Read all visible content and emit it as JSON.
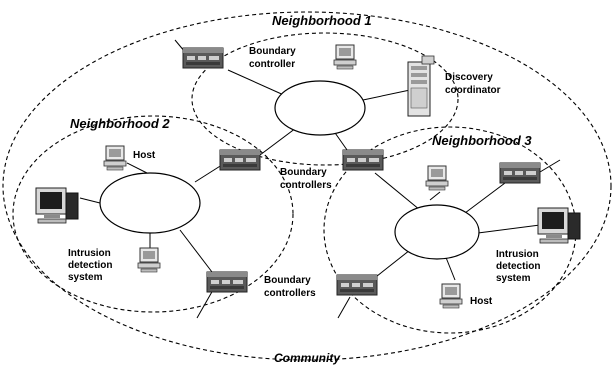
{
  "title": "",
  "community": {
    "label": "Community"
  },
  "neighborhoods": [
    {
      "label": "Neighborhood 1"
    },
    {
      "label": "Neighborhood 2"
    },
    {
      "label": "Neighborhood 3"
    }
  ],
  "labels": {
    "boundary_controller_n1": [
      "Boundary",
      "controller"
    ],
    "discovery_coordinator": [
      "Discovery",
      "coordinator"
    ],
    "host_n2": "Host",
    "boundary_controllers_mid": [
      "Boundary",
      "controllers"
    ],
    "intrusion_n2": [
      "Intrusion",
      "detection",
      "system"
    ],
    "boundary_controllers_low": [
      "Boundary",
      "controllers"
    ],
    "intrusion_n3": [
      "Intrusion",
      "detection",
      "system"
    ],
    "host_n3": "Host"
  },
  "icons": {
    "router": "router-icon",
    "server": "server-tower-icon",
    "workstation": "workstation-icon",
    "host": "host-computer-icon"
  }
}
